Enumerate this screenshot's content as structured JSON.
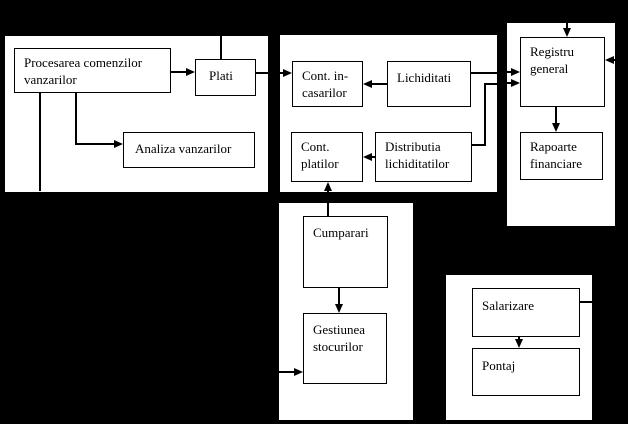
{
  "colors": {
    "background": "#000000",
    "panel": "#ffffff",
    "line": "#000000",
    "text": "#000000"
  },
  "nodes": {
    "procesarea": "Procesarea comenzilor\nvanzarilor",
    "plati": "Plati",
    "analiza": "Analiza vanzarilor",
    "cont_incasarilor": "Cont. in-\ncasarilor",
    "lichiditati": "Lichiditati",
    "cont_platilor": "Cont.\nplatilor",
    "distributia": "Distributia\nlichiditatilor",
    "registru": "Registru\ngeneral",
    "rapoarte": "Rapoarte\nfinanciare",
    "cumparari": "Cumparari",
    "gestiunea": "Gestiunea\nstocurilor",
    "salarizare": "Salarizare",
    "pontaj": "Pontaj"
  },
  "edges": [
    {
      "from": "procesarea",
      "to": "plati"
    },
    {
      "from": "procesarea",
      "to": "analiza"
    },
    {
      "from": "procesarea",
      "to": "panel-border-bottom"
    },
    {
      "from": "panel-border-top",
      "to": "plati"
    },
    {
      "from": "plati",
      "to": "cont_incasarilor"
    },
    {
      "from": "lichiditati",
      "to": "cont_incasarilor"
    },
    {
      "from": "lichiditati",
      "to": "registru"
    },
    {
      "from": "distributia",
      "to": "registru"
    },
    {
      "from": "distributia",
      "to": "cont_platilor"
    },
    {
      "from": "cumparari",
      "to": "cont_platilor"
    },
    {
      "from": "cumparari",
      "to": "gestiunea"
    },
    {
      "from": "panel-border-left",
      "to": "gestiunea"
    },
    {
      "from": "panel-border-top",
      "to": "registru"
    },
    {
      "from": "panel-border-right",
      "to": "registru"
    },
    {
      "from": "registru",
      "to": "rapoarte"
    },
    {
      "from": "salarizare",
      "to": "pontaj"
    },
    {
      "from": "salarizare",
      "to": "panel-border-right"
    }
  ]
}
